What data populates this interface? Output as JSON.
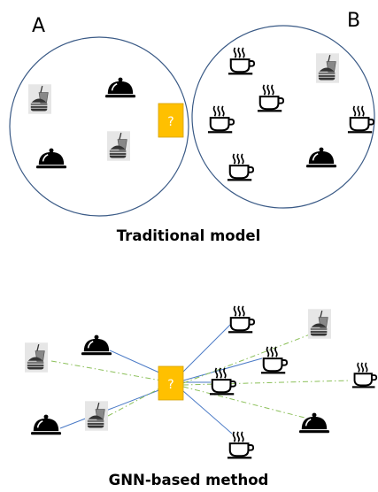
{
  "top": {
    "label_a": "A",
    "label_b": "B",
    "caption": "Traditional model",
    "unknown_mark": "?"
  },
  "bottom": {
    "caption": "GNN-based method",
    "unknown_mark": "?"
  },
  "colors": {
    "circle_stroke": "#3a5a86",
    "unknown_fill": "#ffc000",
    "unknown_stroke": "#d4a000",
    "solid_edge": "#4a7ac6",
    "dashed_edge": "#8cc05a",
    "icon_fill": "#000000",
    "burger_bg": "#e6e6e6"
  },
  "icons": {
    "coffee": "coffee-cup-icon",
    "cloche": "cloche-icon",
    "burger": "burger-drink-icon"
  }
}
